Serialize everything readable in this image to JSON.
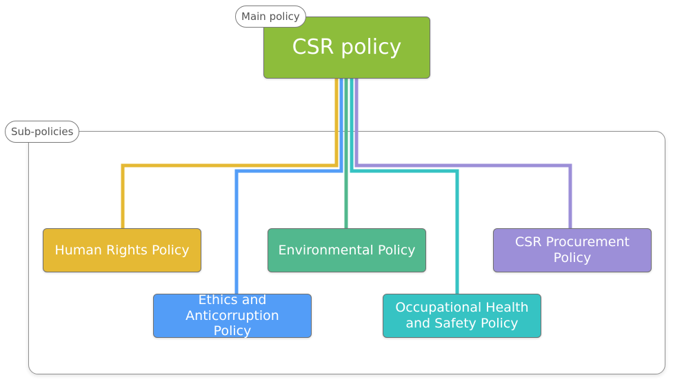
{
  "diagram": {
    "main_label": "Main policy",
    "group_label": "Sub-policies",
    "root": {
      "label": "CSR policy",
      "color": "#8dbd3b"
    },
    "children": [
      {
        "label": "Human Rights Policy",
        "color": "#e5b934"
      },
      {
        "label": "Ethics and Anticorruption Policy",
        "color": "#539df7"
      },
      {
        "label": "Environmental Policy",
        "color": "#52b88e"
      },
      {
        "label": "Occupational Health and Safety Policy",
        "color": "#36c3c3"
      },
      {
        "label": "CSR Procurement Policy",
        "color": "#9c8fd8"
      }
    ]
  }
}
